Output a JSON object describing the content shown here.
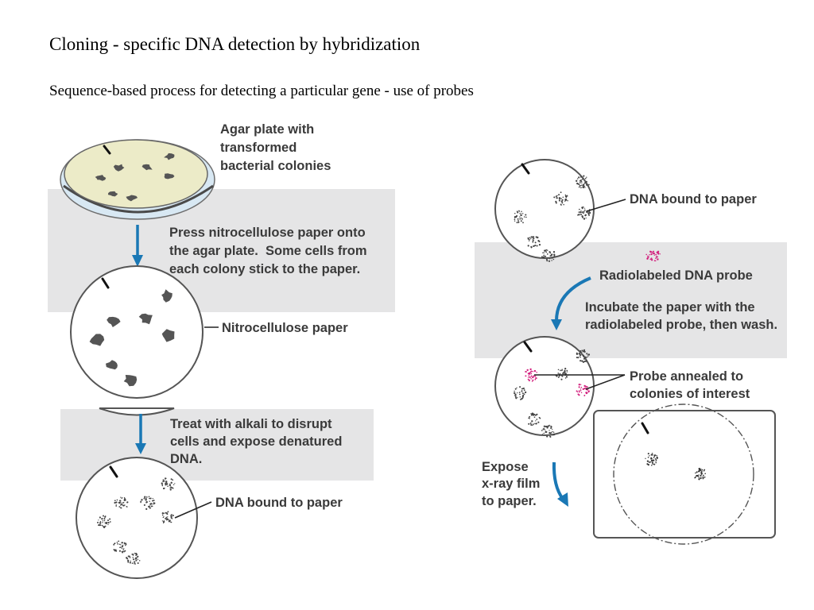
{
  "slide": {
    "title": "Cloning - specific DNA detection by hybridization",
    "subtitle": "Sequence-based process for detecting a particular gene - use of probes"
  },
  "left_panel": {
    "agar_plate_label": [
      "Agar plate with",
      "transformed",
      "bacterial colonies"
    ],
    "press_step": [
      "Press nitrocellulose paper onto",
      "the agar plate.  Some cells from",
      "each colony stick to the paper."
    ],
    "nitrocellulose_label": "Nitrocellulose paper",
    "alkali_step": [
      "Treat with alkali to disrupt",
      "cells and expose denatured",
      "DNA."
    ],
    "dna_bound_label": "DNA bound to paper"
  },
  "right_panel": {
    "dna_bound_label": "DNA bound to paper",
    "probe_label": "Radiolabeled DNA probe",
    "incubate_step": [
      "Incubate the paper with the",
      "radiolabeled probe, then wash."
    ],
    "annealed_label": [
      "Probe annealed to",
      "colonies of interest"
    ],
    "expose_step": [
      "Expose",
      "x-ray film",
      "to paper."
    ]
  },
  "colors": {
    "arrow": "#1a78b5",
    "probe": "#d21f7d",
    "band": "#e5e5e6",
    "agar": "#ecebc8",
    "dish_rim": "#d8e8f3"
  }
}
